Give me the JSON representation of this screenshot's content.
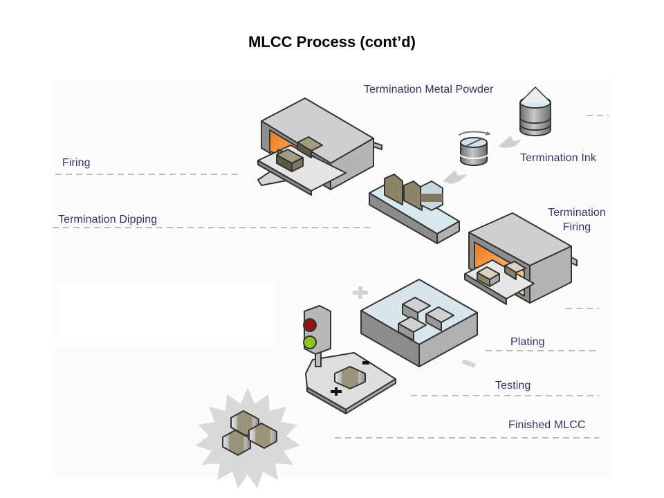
{
  "slide": {
    "title": "MLCC Process (cont’d)"
  },
  "diagram": {
    "stages": [
      {
        "id": "firing",
        "label": "Firing"
      },
      {
        "id": "termination-dipping",
        "label": "Termination Dipping"
      },
      {
        "id": "termination-metal-powder",
        "label": "Termination Metal Powder"
      },
      {
        "id": "termination-ink",
        "label": "Termination Ink"
      },
      {
        "id": "termination-firing",
        "label_line1": "Termination",
        "label_line2": "Firing"
      },
      {
        "id": "plating",
        "label": "Plating"
      },
      {
        "id": "testing",
        "label": "Testing"
      },
      {
        "id": "finished-mlcc",
        "label": "Finished MLCC"
      }
    ],
    "icons": [
      "kiln-furnace-icon",
      "powder-silo-icon",
      "ink-mixer-icon",
      "dipping-tray-icon",
      "termination-kiln-icon",
      "plating-bath-icon",
      "traffic-light-tester-icon",
      "finished-chips-starburst-icon"
    ],
    "colors": {
      "label": "#3e2f5f",
      "machine_gray": "#a9a9a9",
      "furnace_glow": "#f08a2a",
      "liquid": "#cfe3ec",
      "chip_body": "#8c8466",
      "dash": "#bdbdbd"
    }
  }
}
